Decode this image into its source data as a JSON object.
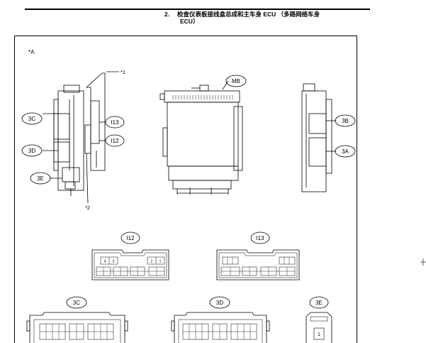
{
  "header": {
    "step_number": "2.",
    "title_line1": "检查仪表板接线盒总成和主车身 ECU （多路网络车身",
    "title_line2": "ECU）"
  },
  "figure": {
    "label": "*A",
    "callouts": {
      "c1": "*1",
      "c2": "*2"
    },
    "connectors": {
      "mb": "MB",
      "c3a": "3A",
      "c3b": "3B",
      "c3c": "3C",
      "c3d": "3D",
      "c3e": "3E",
      "i12": "I12",
      "i13": "I13"
    },
    "pins": {
      "i12_left": [
        "4",
        "3"
      ],
      "i12_right": [
        "2",
        "1"
      ],
      "e3_pin": "1"
    }
  },
  "colors": {
    "line": "#000000",
    "background": "#ffffff"
  }
}
